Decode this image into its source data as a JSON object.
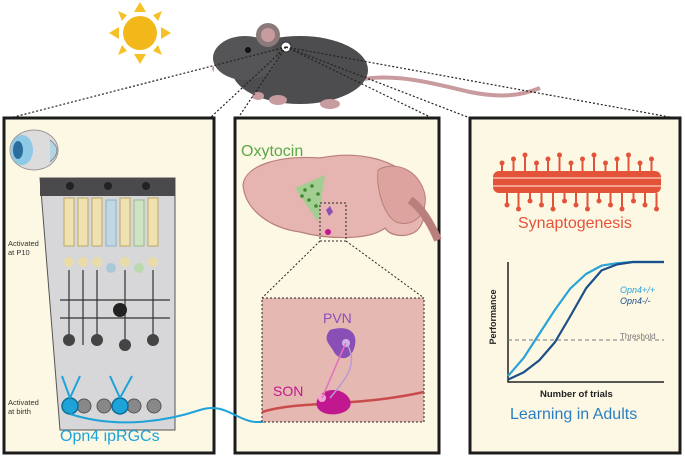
{
  "panels": {
    "left": {
      "label_p10": "Activated\nat P10",
      "label_birth": "Activated\nat birth",
      "title": "Opn4 ipRGCs"
    },
    "middle": {
      "title": "Oxytocin",
      "pvn": "PVN",
      "son": "SON"
    },
    "right": {
      "synapse_title": "Synaptogenesis",
      "title": "Learning in Adults",
      "chart_data": {
        "type": "line",
        "xlabel": "Number of trials",
        "ylabel": "Performance",
        "threshold_label": "Threshold",
        "threshold": 0.35,
        "series": [
          {
            "name": "Opn4+/+",
            "color": "#2aa3d8",
            "x": [
              0,
              0.1,
              0.2,
              0.3,
              0.4,
              0.5,
              0.6,
              0.7,
              0.8,
              1.0
            ],
            "y": [
              0.05,
              0.2,
              0.4,
              0.6,
              0.78,
              0.9,
              0.97,
              0.99,
              1.0,
              1.0
            ]
          },
          {
            "name": "Opn4-/-",
            "color": "#1b4f8a",
            "x": [
              0,
              0.1,
              0.2,
              0.3,
              0.4,
              0.5,
              0.6,
              0.7,
              0.8,
              1.0
            ],
            "y": [
              0.02,
              0.08,
              0.18,
              0.33,
              0.55,
              0.78,
              0.93,
              0.98,
              1.0,
              1.0
            ]
          }
        ]
      }
    }
  },
  "colors": {
    "panel_bg": "#fdf8e4",
    "frame": "#1c1c1c",
    "ipRGC": "#1ea3d9",
    "oxytocin": "#5aa84a",
    "synapse": "#e3533a",
    "pvn": "#8a4fb6",
    "son": "#c2188f",
    "learning": "#2a7fc2"
  }
}
